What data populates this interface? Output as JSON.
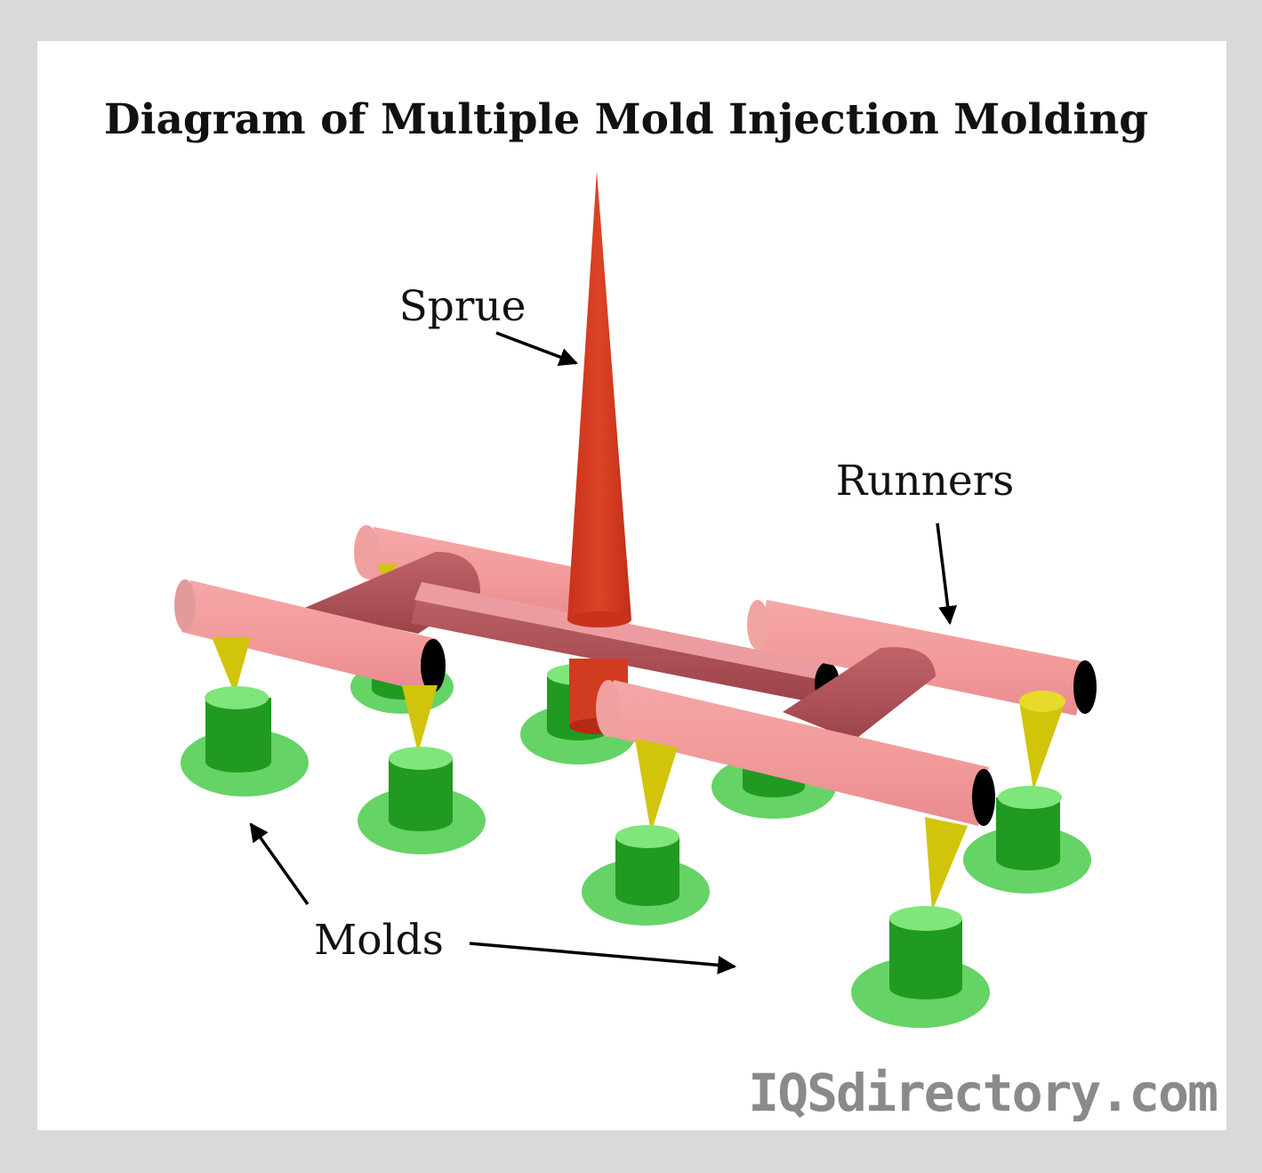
{
  "title": "Diagram of Multiple Mold Injection Molding",
  "labels": {
    "sprue": "Sprue",
    "runners": "Runners",
    "molds": "Molds"
  },
  "watermark": "IQSdirectory.com",
  "colors": {
    "frame": "#d9d9d9",
    "background": "#ffffff",
    "sprue": "#d13b20",
    "runner": "#f4a3a3",
    "runner_dark": "#a84a4f",
    "runner_end": "#000000",
    "gate": "#d1c40a",
    "mold_base": "#66d366",
    "mold_top": "#7ee67a",
    "mold_body": "#219a21",
    "watermark": "#8a8a8a"
  }
}
